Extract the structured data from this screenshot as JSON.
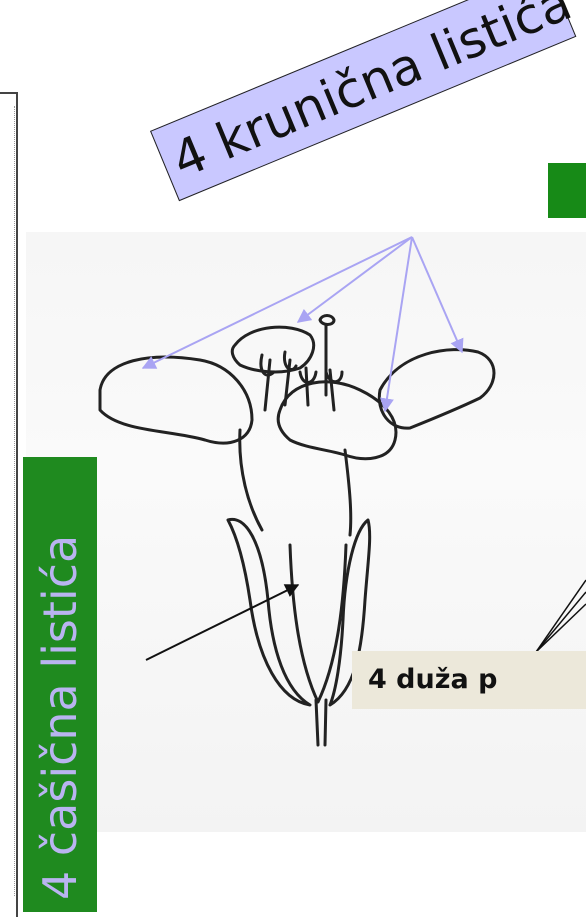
{
  "labels": {
    "petals": "4 krunična listića",
    "sepals": "4 čašična listića",
    "stamens": "4 duža p"
  },
  "colors": {
    "petal_label_bg": "#c9c8ff",
    "sepal_label_bg": "#1f8a1f",
    "sepal_label_text": "#b9b4f0",
    "green_marker": "#178a17",
    "stamen_label_bg": "#ece8da",
    "petal_arrows": "#a9a4f3"
  },
  "illustration": {
    "subject": "flower-line-drawing"
  }
}
